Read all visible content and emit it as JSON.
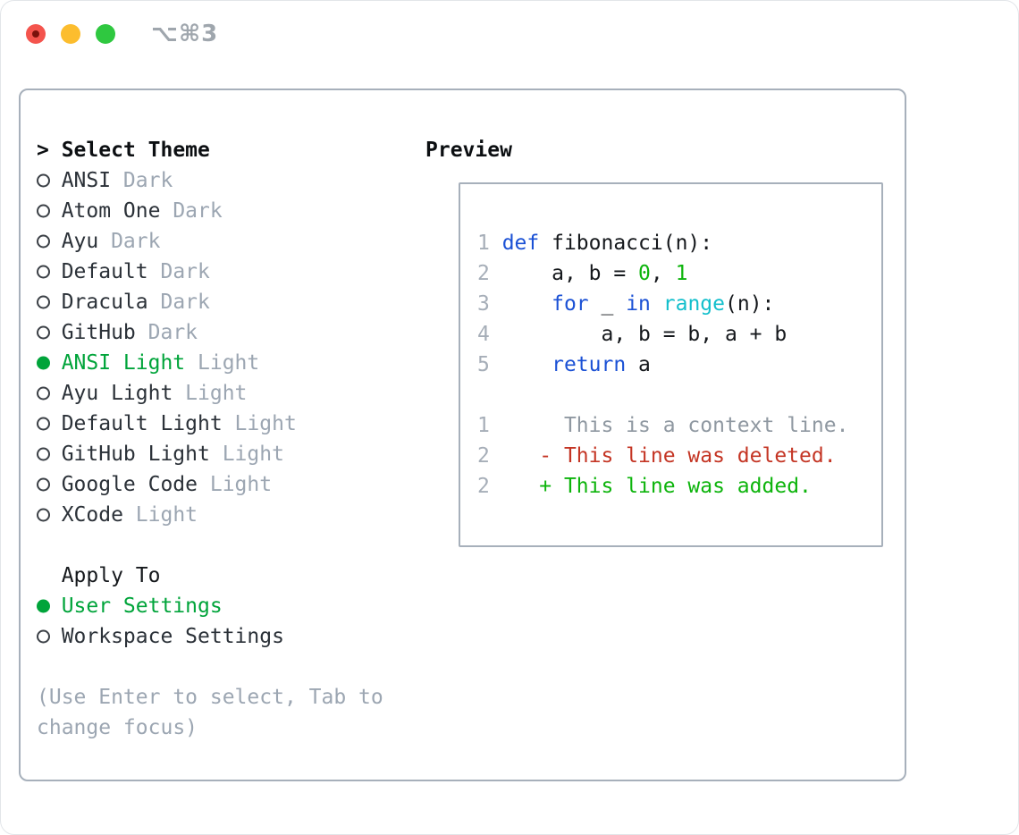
{
  "window": {
    "shortcut_label": "⌥⌘3"
  },
  "colors": {
    "foreground": "#15181c",
    "list_text": "#2b3138",
    "muted_gray": "#9ca6b2",
    "context_gray": "#8f98a1",
    "line_number_gray": "#a6aeb8",
    "selection_green": "#00a43a",
    "bright_green": "#0db40c",
    "keyword_blue": "#1b51d5",
    "function_cyan": "#13bfcc",
    "deleted_red": "#c43524",
    "panel_border": "#a7b0bb",
    "traffic_close": "#f4544d",
    "traffic_close_dot": "#7a120c",
    "traffic_minimize": "#fcbd2e",
    "traffic_maximize": "#2fc840",
    "titlebar_text": "#9fa6ad"
  },
  "theme_panel": {
    "title_prefix": "> ",
    "title": "Select Theme",
    "items": [
      {
        "name": "ANSI",
        "variant": "Dark",
        "selected": false
      },
      {
        "name": "Atom One",
        "variant": "Dark",
        "selected": false
      },
      {
        "name": "Ayu",
        "variant": "Dark",
        "selected": false
      },
      {
        "name": "Default",
        "variant": "Dark",
        "selected": false
      },
      {
        "name": "Dracula",
        "variant": "Dark",
        "selected": false
      },
      {
        "name": "GitHub",
        "variant": "Dark",
        "selected": false
      },
      {
        "name": "ANSI Light",
        "variant": "Light",
        "selected": true
      },
      {
        "name": "Ayu Light",
        "variant": "Light",
        "selected": false
      },
      {
        "name": "Default Light",
        "variant": "Light",
        "selected": false
      },
      {
        "name": "GitHub Light",
        "variant": "Light",
        "selected": false
      },
      {
        "name": "Google Code",
        "variant": "Light",
        "selected": false
      },
      {
        "name": "XCode",
        "variant": "Light",
        "selected": false
      }
    ],
    "apply_to": {
      "title": "Apply To",
      "options": [
        {
          "label": "User Settings",
          "selected": true
        },
        {
          "label": "Workspace Settings",
          "selected": false
        }
      ]
    },
    "help_text": "(Use Enter to select, Tab to change focus)"
  },
  "preview": {
    "title": "Preview",
    "code_lines": [
      {
        "num": "1",
        "tokens": [
          [
            "def",
            "blue"
          ],
          [
            " fibonacci(n):",
            "fg"
          ]
        ]
      },
      {
        "num": "2",
        "tokens": [
          [
            "    a, b = ",
            "fg"
          ],
          [
            "0",
            "green"
          ],
          [
            ", ",
            "fg"
          ],
          [
            "1",
            "green"
          ]
        ]
      },
      {
        "num": "3",
        "tokens": [
          [
            "    ",
            "fg"
          ],
          [
            "for",
            "blue"
          ],
          [
            " _ ",
            "fg"
          ],
          [
            "in",
            "blue"
          ],
          [
            " ",
            "fg"
          ],
          [
            "range",
            "cyan"
          ],
          [
            "(n):",
            "fg"
          ]
        ]
      },
      {
        "num": "4",
        "tokens": [
          [
            "        a, b = b, a + b",
            "fg"
          ]
        ]
      },
      {
        "num": "5",
        "tokens": [
          [
            "    ",
            "fg"
          ],
          [
            "return",
            "blue"
          ],
          [
            " a",
            "fg"
          ]
        ]
      }
    ],
    "diff_lines": [
      {
        "num": "1",
        "tokens": [
          [
            "     This is a context line.",
            "gray"
          ]
        ]
      },
      {
        "num": "2",
        "tokens": [
          [
            "   - This line was deleted.",
            "red"
          ]
        ]
      },
      {
        "num": "2",
        "tokens": [
          [
            "   + This line was added.",
            "green"
          ]
        ]
      }
    ]
  }
}
